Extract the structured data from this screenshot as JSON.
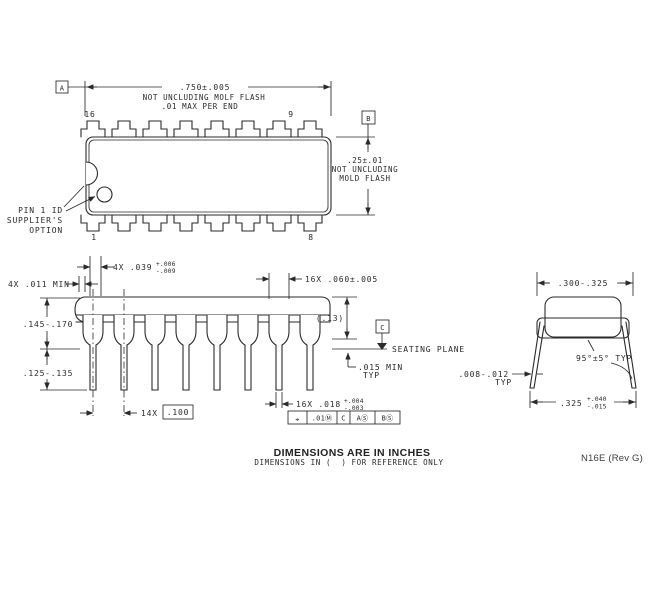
{
  "footer": {
    "units_note": "DIMENSIONS ARE IN INCHES",
    "reference_note": "DIMENSIONS IN (  ) FOR REFERENCE ONLY",
    "doc_ref": "N16E (Rev G)"
  },
  "datums": {
    "a": "A",
    "b": "B",
    "c": "C"
  },
  "top_view": {
    "pin_16": "16",
    "pin_9": "9",
    "pin_1": "1",
    "pin_8": "8",
    "length_dim": ".750±.005",
    "length_note1": "NOT UNCLUDING MOLF FLASH",
    "length_note2": ".01 MAX PER END",
    "width_dim": ".25±.01",
    "width_note1": "NOT UNCLUDING",
    "width_note2": "MOLD FLASH",
    "pin1_id1": "PIN 1 ID",
    "pin1_id2": "SUPPLIER'S",
    "pin1_id3": "OPTION"
  },
  "front_view": {
    "shoulder_dim": "4X .039",
    "shoulder_plus": "+.006",
    "shoulder_minus": "-.009",
    "end_clearance_dim": "4X .011 MIN",
    "body_height_dim": ".145-.170",
    "lead_length_dim": ".125-.135",
    "pitch_count": "14X",
    "pitch_basic": ".100",
    "shoulder_width_dim": "16X .060±.005",
    "body_thickness_ref": "(.13)",
    "seating_plane_label": "SEATING PLANE",
    "standoff_dim": ".015 MIN",
    "standoff_typ": "TYP",
    "lead_width_dim": "16X .018",
    "lead_plus": "+.004",
    "lead_minus": "-.003",
    "fcf_sym": "⌖",
    "fcf_tol": ".01Ⓜ",
    "fcf_d1": "C",
    "fcf_d2": "AⓈ",
    "fcf_d3": "BⓈ"
  },
  "end_view": {
    "width_dim": ".300-.325",
    "angle_dim": "95°±5° TYP",
    "thickness_dim": ".008-.012",
    "thickness_typ": "TYP",
    "span_dim": ".325",
    "span_plus": "+.040",
    "span_minus": "-.015"
  }
}
